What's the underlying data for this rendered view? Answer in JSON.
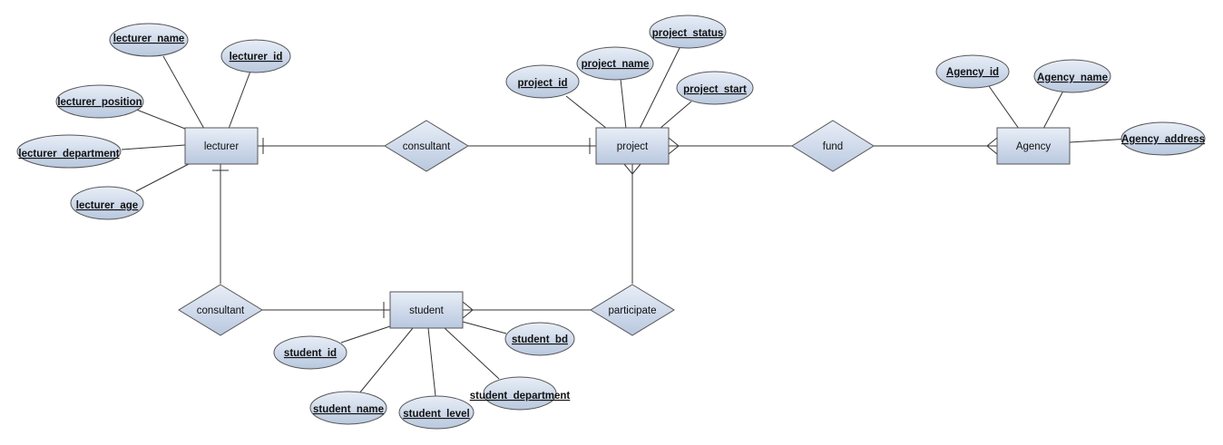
{
  "colors": {
    "fill_light": "#e8eef7",
    "fill_dark": "#b9c8df",
    "stroke": "#555555",
    "line": "#333333"
  },
  "entities": {
    "lecturer": "lecturer",
    "project": "project",
    "agency": "Agency",
    "student": "student"
  },
  "relationships": {
    "consultant_top": "consultant",
    "fund": "fund",
    "consultant_left": "consultant",
    "participate": "participate"
  },
  "attributes": {
    "lecturer_name": "lecturer_name",
    "lecturer_id": "lecturer_id",
    "lecturer_position": "lecturer_position",
    "lecturer_department": "lecturer_department",
    "lecturer_age": "lecturer_age",
    "project_id": "project_id",
    "project_name": "project_name",
    "project_status": "project_status",
    "project_start": "project_start",
    "agency_id": "Agency_id",
    "agency_name": "Agency_name",
    "agency_address": "Agency_address",
    "student_id": "student_id",
    "student_bd": "student_bd",
    "student_name": "student_name",
    "student_level": "student_level",
    "student_department": "student_department"
  }
}
